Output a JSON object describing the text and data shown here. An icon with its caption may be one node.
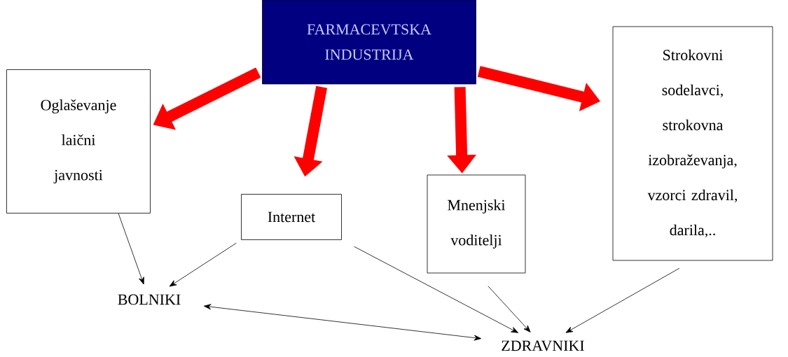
{
  "diagram": {
    "nodes": [
      {
        "text": [
          "FARMACEVTSKA INDUSTRIJA"
        ]
      },
      {
        "text": [
          "Oglaševanje laični javnosti"
        ]
      },
      {
        "text": [
          "Internet"
        ]
      },
      {
        "text": [
          "Mnenjski voditelji"
        ]
      },
      {
        "text": [
          "Strokovni sodelavci, strokovna izobraževanja, vzorci zdravil, darila,.."
        ]
      },
      {
        "text": [
          "BOLNIKI"
        ]
      },
      {
        "text": [
          "ZDRAVNIKI"
        ]
      }
    ],
    "edges": [
      {
        "from": 0,
        "to": 1,
        "arrow": "to",
        "style": "thick",
        "color": "#ff0000"
      },
      {
        "from": 0,
        "to": 2,
        "arrow": "to",
        "style": "thick",
        "color": "#ff0000"
      },
      {
        "from": 0,
        "to": 3,
        "arrow": "to",
        "style": "thick",
        "color": "#ff0000"
      },
      {
        "from": 0,
        "to": 4,
        "arrow": "to",
        "style": "thick",
        "color": "#ff0000"
      },
      {
        "from": 1,
        "to": 5,
        "arrow": "to"
      },
      {
        "from": 2,
        "to": 5,
        "arrow": "to"
      },
      {
        "from": 2,
        "to": 6,
        "arrow": "to"
      },
      {
        "from": 3,
        "to": 6,
        "arrow": "to"
      },
      {
        "from": 4,
        "to": 6,
        "arrow": "to"
      },
      {
        "from": 5,
        "to": 6,
        "arrow": "both"
      }
    ]
  }
}
